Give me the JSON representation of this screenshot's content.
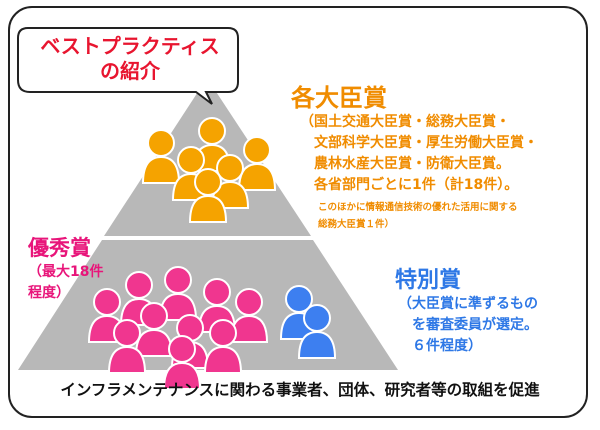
{
  "callout": {
    "lines": [
      "ベストプラクティス",
      "の紹介"
    ]
  },
  "gold_award": {
    "title": "各大臣賞",
    "lines": [
      "（国土交通大臣賞・総務大臣賞・",
      "　文部科学大臣賞・厚生労働大臣賞・",
      "　農林水産大臣賞・防衛大臣賞。",
      "　各省部門ごとに1件（計18件）。"
    ],
    "note_lines": [
      "このほかに情報通信技術の優れた活用に関する",
      "総務大臣賞１件）"
    ],
    "color": "#f5a300"
  },
  "pink_award": {
    "title": "優秀賞",
    "lines": [
      "（最大18件",
      "程度）"
    ],
    "color": "#f0368f"
  },
  "blue_award": {
    "title": "特別賞",
    "lines": [
      "（大臣賞に準ずるもの",
      "　を審査委員が選定。",
      "　６件程度）"
    ],
    "color": "#3d7ff0"
  },
  "footer": {
    "text": "インフラメンテナンスに関わる事業者、団体、研究者等の取組を促進"
  },
  "icons": [
    "callout-bubble-icon",
    "person-icon"
  ]
}
